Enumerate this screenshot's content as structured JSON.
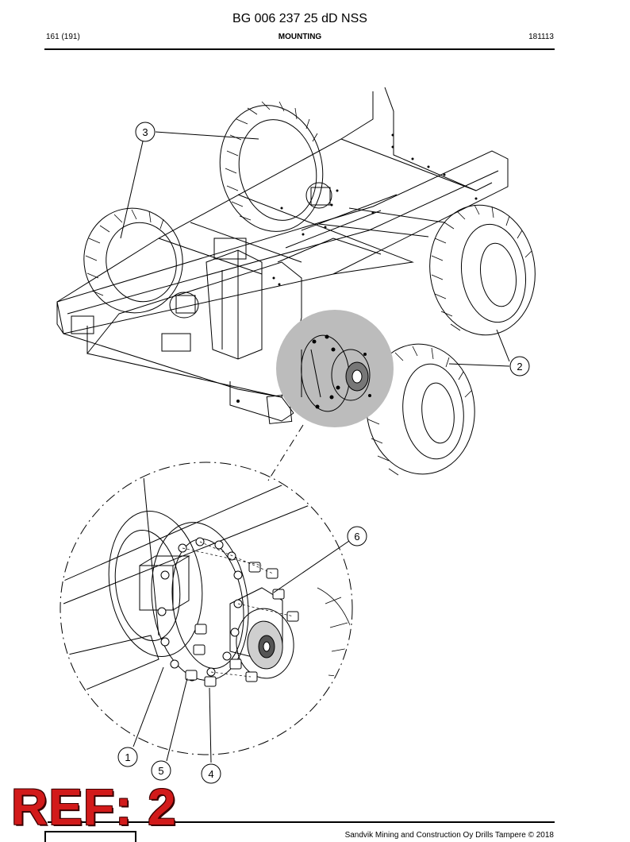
{
  "header": {
    "title": "BG 006 237 25 dD NSS",
    "page": "161 (191)",
    "section": "MOUNTING",
    "date_code": "181113"
  },
  "drawing": {
    "callouts": [
      "1",
      "2",
      "3",
      "4",
      "5",
      "6"
    ]
  },
  "stamp": {
    "text": "REF: 2",
    "color": "#d21a1a"
  },
  "footer": {
    "copyright": "Sandvik Mining and Construction Oy Drills Tampere © 2018"
  }
}
